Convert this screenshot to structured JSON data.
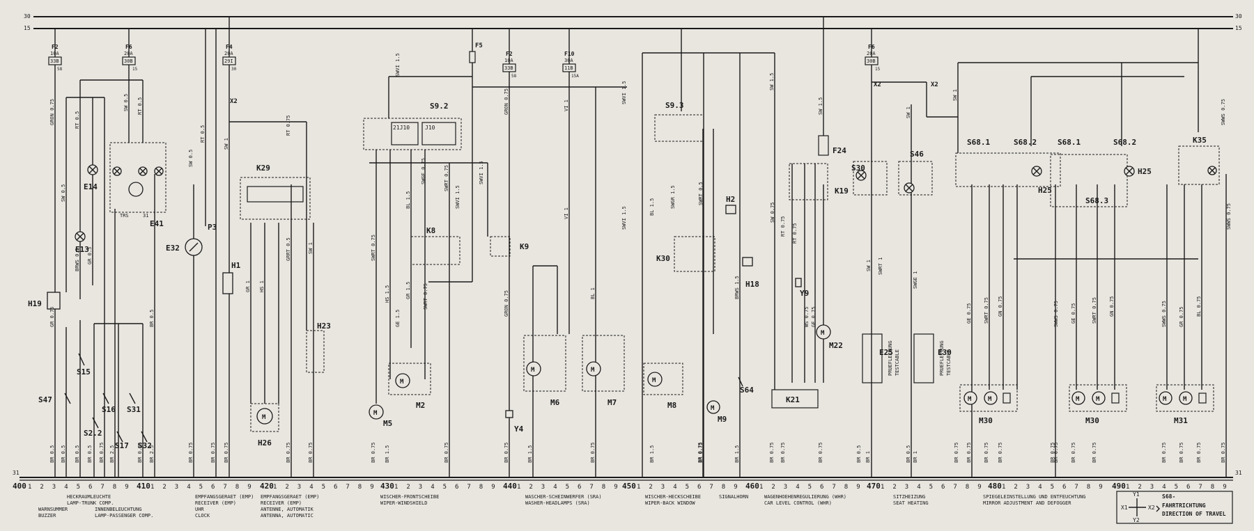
{
  "rails": {
    "r30": "30",
    "r15": "15",
    "r31": "31"
  },
  "fuses": [
    {
      "id": "F2",
      "rating": "10A",
      "code": "33B",
      "out": "58"
    },
    {
      "id": "F6",
      "rating": "20A",
      "code": "30B",
      "out": "15"
    },
    {
      "id": "F4",
      "rating": "20A",
      "code": "29I",
      "out": "30"
    },
    {
      "id": "F5"
    },
    {
      "id": "F2",
      "rating": "10A",
      "code": "33B",
      "out": "58"
    },
    {
      "id": "F10",
      "rating": "30A",
      "code": "11B",
      "out": "15A"
    },
    {
      "id": "F6",
      "rating": "20A",
      "code": "30B",
      "out": "15"
    }
  ],
  "components": {
    "E14": "E14",
    "E13": "E13",
    "E41": "E41",
    "H19": "H19",
    "S15": "S15",
    "S47": "S47",
    "S16": "S16",
    "S2_2": "S2.2",
    "S17": "S17",
    "S31": "S31",
    "S32": "S32",
    "E32": "E32",
    "P3": "P3",
    "H1": "H1",
    "K29": "K29",
    "H26": "H26",
    "H23": "H23",
    "S9_2": "S9.2",
    "K8": "K8",
    "K9": "K9",
    "M5": "M5",
    "M2": "M2",
    "Y4": "Y4",
    "M6": "M6",
    "M7": "M7",
    "S9_3": "S9.3",
    "K30": "K30",
    "M8": "M8",
    "M9": "M9",
    "H2": "H2",
    "H18": "H18",
    "S64": "S64",
    "F24": "F24",
    "K19": "K19",
    "Y9": "Y9",
    "K21": "K21",
    "M22": "M22",
    "S30": "S30",
    "S46": "S46",
    "E25": "E25",
    "E30": "E30",
    "S68_1a": "S68.1",
    "S68_2a": "S68.2",
    "H25a": "H25",
    "S68_1b": "S68.1",
    "S68_2b": "S68.2",
    "H25b": "H25",
    "S68_3": "S68.3",
    "K35": "K35",
    "M30a": "M30",
    "M30b": "M30",
    "M31": "M31",
    "X2a": "X2",
    "X2b": "X2",
    "X2c": "X2"
  },
  "wire_labels": {
    "w1": "GRON 0.75",
    "w2": "SW 0.5",
    "w3": "RT 0.5",
    "w4": "SW 0.5",
    "w5": "RT 0.5",
    "w6": "BRWS 0.5",
    "w7": "GR 0.5",
    "w8": "GR 0.75",
    "w9": "BR 0.5",
    "w10": "SW 0.5",
    "w11": "RT 0.5",
    "w12": "SW 1",
    "w13": "RT 0.75",
    "w14": "GR 1",
    "w15": "HS 1",
    "w16": "GRRT 0.5",
    "w17": "SW 1",
    "w18": "SWVI 1.5",
    "w19": "GRON 0.75",
    "w20": "VI 1",
    "w21": "SWRT 0.75",
    "w22": "HS 1.5",
    "w23": "GE 1.5",
    "w24": "GR 1.5",
    "w25": "SWVI 1.5",
    "w26": "BL 1.5",
    "w27": "SWGE 0.75",
    "w28": "SWRT 0.75",
    "w29": "SWVI 1.5",
    "w30": "SWRT 0.75",
    "w31": "GRON 0.75",
    "w32": "VI 1",
    "w33": "BL 1",
    "w34": "SWVI 1.5",
    "w35": "SWVI 1.5",
    "w36": "BL 1.5",
    "w37": "SWGR 1.5",
    "w38": "SWRT 0.5",
    "w39": "BRWS 1.5",
    "w40": "SW 1.5",
    "w41": "SW 0.75",
    "w42": "RT 0.75",
    "w43": "RT 0.75",
    "w44": "WS 0.75",
    "w45": "GE 0.75",
    "w46": "SW 1.5",
    "w47": "SW 1",
    "w48": "SWRT 1",
    "w49": "SW 1",
    "w50": "SWGE 1",
    "w51": "SW 1",
    "w52": "GE 0.75",
    "w53": "SWRT 0.75",
    "w54": "GN 0.75",
    "w55": "SWWS 0.75",
    "w56": "GE 0.75",
    "w57": "SWRT 0.75",
    "w58": "GN 0.75",
    "w59": "SWWS 0.75",
    "w60": "GR 0.75",
    "w61": "BL 0.75",
    "w62": "SWWS 0.75",
    "w63": "SWWS 0.75"
  },
  "ground_labels": [
    "BR 0.5",
    "BR 0.5",
    "BR 0.5",
    "BR 0.5",
    "BR 0.75",
    "BR 2.5",
    "BR 0.75",
    "BR 2.5",
    "BR 0.75",
    "BR 0.75",
    "BR 0.75",
    "BR 0.75",
    "BR 0.75",
    "BR 0.75",
    "BR 1.5",
    "BR 0.75",
    "BR 0.75",
    "BR 1.5",
    "BR 0.75",
    "BR 1.5",
    "BR 0.75",
    "BR 0.75",
    "BR 1.5",
    "BR 0.75",
    "BR 0.75",
    "BR 0.75",
    "BR 0.5",
    "BR 1",
    "BR 0.5",
    "BR 1",
    "BR 0.75",
    "BR 0.75",
    "BR 0.75",
    "BR 0.75",
    "BR 0.75",
    "BR 0.75",
    "BR 0.75",
    "BR 0.75",
    "BR 0.75",
    "BR 0.75",
    "BR 0.75",
    "BR 0.75"
  ],
  "scale": {
    "n400": "400",
    "n420": "420",
    "n430": "430",
    "n440": "440",
    "n450": "450",
    "n460": "460",
    "n470": "470",
    "n480": "480",
    "n490": "490",
    "n410": "410"
  },
  "captions": [
    {
      "de": "HECKRAUMLEUCHTE",
      "en": "LAMP-TRUNK COMP.",
      "de2": "WARNSUMMER",
      "en2": "BUZZER"
    },
    {
      "de": "INNENBELEUCHTUNG",
      "en": "LAMP-PASSENGER COMP."
    },
    {
      "de": "EMPFANGSGERAET (EMP)",
      "en": "RECEIVER (EMP)",
      "de2": "UHR",
      "en2": "CLOCK"
    },
    {
      "de": "EMPFANGSGERAET (EMP)",
      "en": "RECEIVER (EMP)",
      "de2": "ANTENNE, AUTOMATIK",
      "en2": "ANTENNA, AUTOMATIC"
    },
    {
      "de": "WISCHER-FRONTSCHEIBE",
      "en": "WIPER-WINDSHIELD"
    },
    {
      "de": "WASCHER-SCHEINWERFER (SRA)",
      "en": "WASHER-HEADLAMPS (SRA)"
    },
    {
      "de": "WISCHER-HECKSCHEIBE",
      "en": "WIPER-BACK WINDOW"
    },
    {
      "de": "SIGNALHORN",
      "en": ""
    },
    {
      "de": "WAGENHOEHENREGULIERUNG (WHR)",
      "en": "CAR LEVEL CONTROL (WHR)"
    },
    {
      "de": "SITZHEIZUNG",
      "en": "SEAT HEATING"
    },
    {
      "de": "SPIEGELEINSTELLUNG UND ENTFEUCHTUNG",
      "en": "MIRROR ADJUSTMENT AND DEFOGGER"
    }
  ],
  "legend": {
    "title": "S68-",
    "de": "FAHRTRICHTUNG",
    "en": "DIRECTION OF TRAVEL",
    "y1": "Y1",
    "y2": "Y2",
    "x1": "X1",
    "x2": "X2"
  },
  "test_labels": {
    "e25a": "PRUEFLEITUNG",
    "e25b": "TESTCABLE",
    "e30a": "PRUEFLEITUNG",
    "e30b": "TESTCABLE"
  }
}
